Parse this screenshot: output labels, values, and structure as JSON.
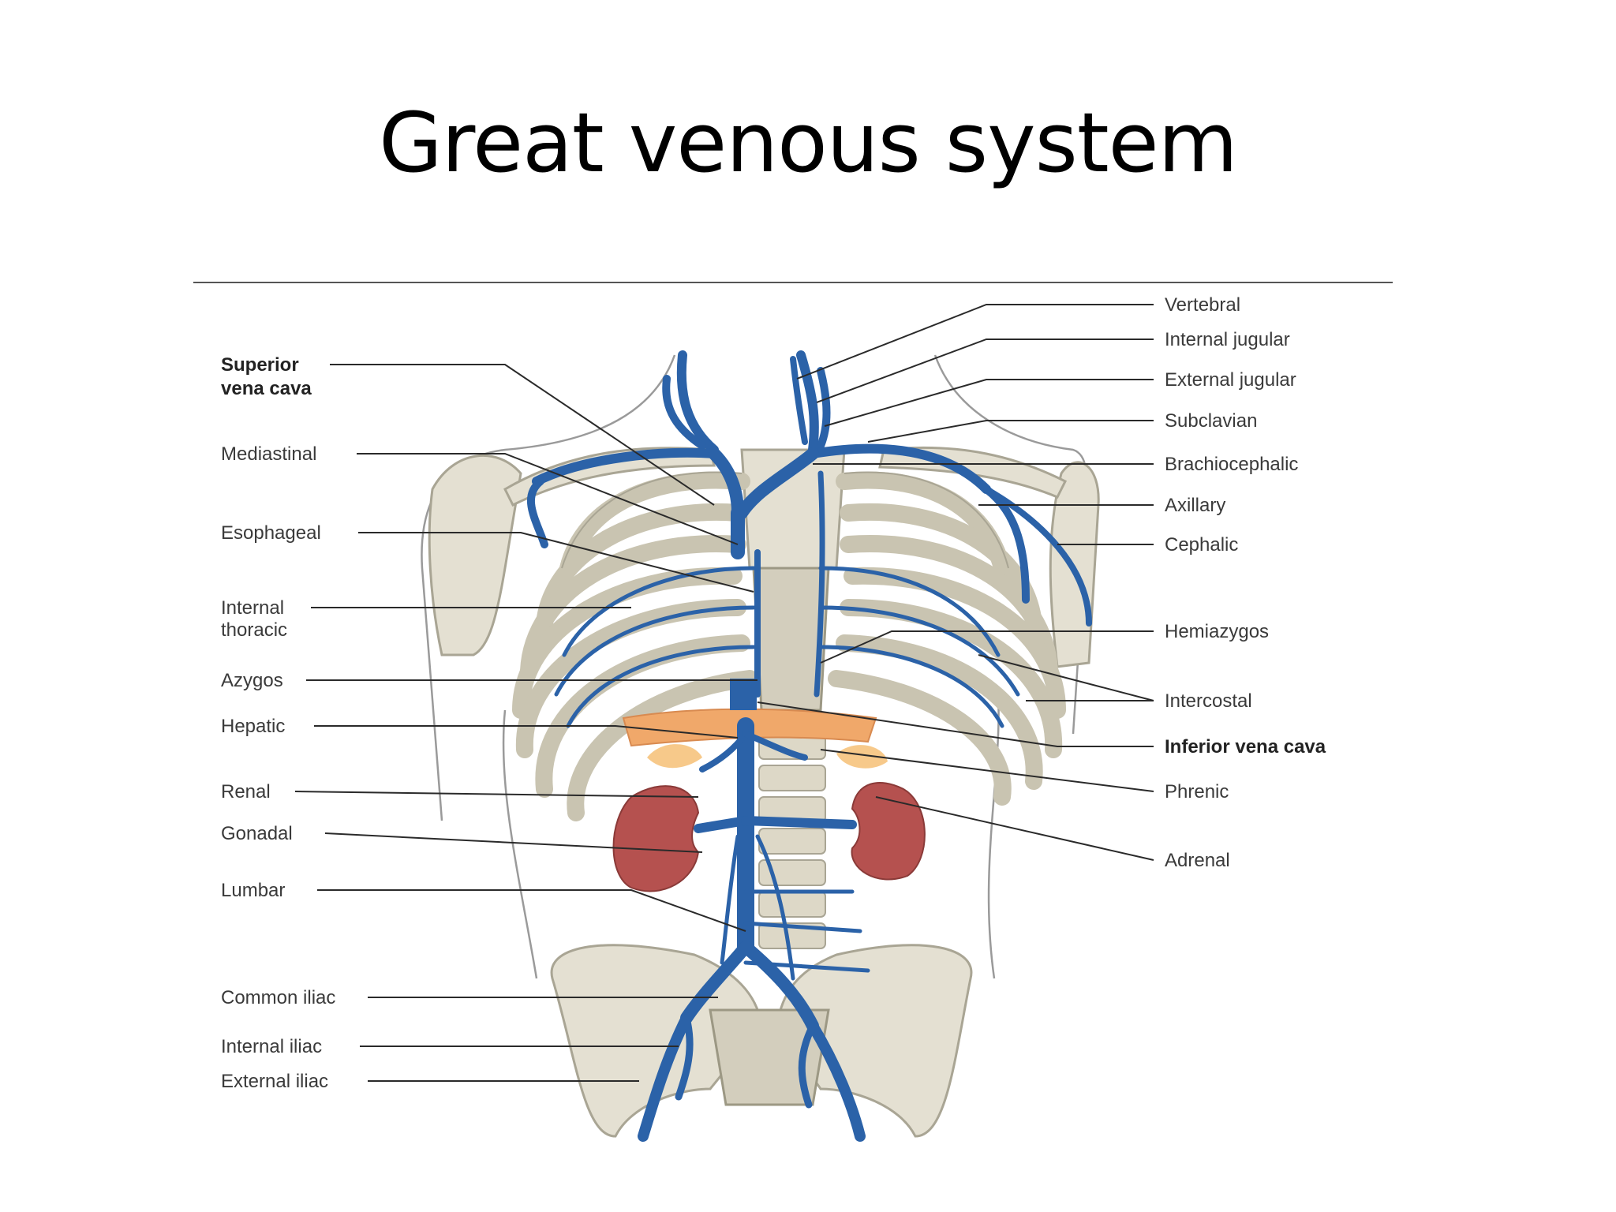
{
  "title": "Great venous system",
  "labels_left": {
    "superior_vena_cava_1": "Superior",
    "superior_vena_cava_2": "vena cava",
    "mediastinal": "Mediastinal",
    "esophageal": "Esophageal",
    "internal_thoracic_1": "Internal",
    "internal_thoracic_2": "thoracic",
    "azygos": "Azygos",
    "hepatic": "Hepatic",
    "renal": "Renal",
    "gonadal": "Gonadal",
    "lumbar": "Lumbar",
    "common_iliac": "Common iliac",
    "internal_iliac": "Internal iliac",
    "external_iliac": "External iliac"
  },
  "labels_right": {
    "vertebral": "Vertebral",
    "internal_jugular": "Internal jugular",
    "external_jugular": "External jugular",
    "subclavian": "Subclavian",
    "brachiocephalic": "Brachiocephalic",
    "axillary": "Axillary",
    "cephalic": "Cephalic",
    "hemiazygos": "Hemiazygos",
    "intercostal": "Intercostal",
    "inferior_vena_cava": "Inferior vena cava",
    "phrenic": "Phrenic",
    "adrenal": "Adrenal"
  },
  "colors": {
    "vein": "#2b62a8",
    "kidney": "#b5514f",
    "diaphragm": "#f0a86a",
    "bone": "#e4e0d2"
  }
}
